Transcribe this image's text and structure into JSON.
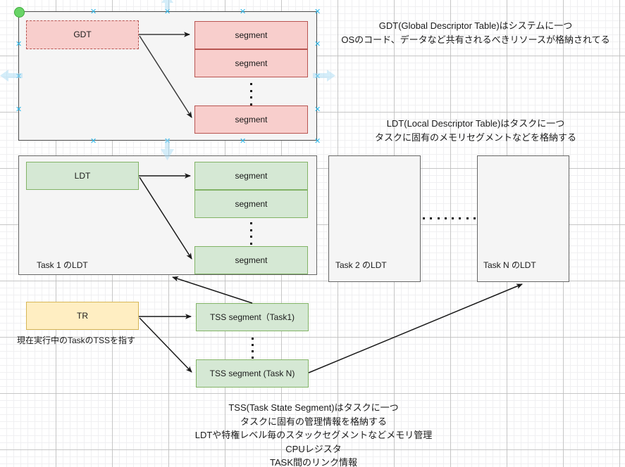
{
  "diagram": {
    "title": "x86 Descriptor Table / Task State Segment diagram",
    "colors": {
      "pink_fill": "#f8cecc",
      "pink_stroke": "#b85450",
      "green_fill": "#d5e8d4",
      "green_stroke": "#82b366",
      "yellow_fill": "#ffeec2",
      "yellow_stroke": "#d6b656",
      "container_fill": "#f5f5f5",
      "container_stroke": "#666666",
      "selection_handle": "#29b6e8",
      "selection_anchor": "#69d467",
      "grid_major": "#bebebe",
      "grid_minor": "#eeeef0"
    },
    "gdt_group": {
      "table_label": "GDT",
      "segments": [
        "segment",
        "segment",
        "segment"
      ]
    },
    "ldt_group": {
      "table_label": "LDT",
      "segments": [
        "segment",
        "segment",
        "segment"
      ],
      "container_label": "Task 1 のLDT",
      "task2_label": "Task 2 のLDT",
      "taskN_label": "Task N のLDT"
    },
    "tr_group": {
      "register_label": "TR",
      "register_note": "現在実行中のTaskのTSSを指す",
      "tss_first": "TSS segment（Task1)",
      "tss_last": "TSS segment (Task N)"
    },
    "annotations": {
      "gdt": [
        "GDT(Global Descriptor Table)はシステムに一つ",
        "OSのコード、データなど共有されるべきリソースが格納されてる"
      ],
      "ldt": [
        "LDT(Local Descriptor Table)はタスクに一つ",
        "タスクに固有のメモリセグメントなどを格納する"
      ],
      "tss": [
        "TSS(Task State Segment)はタスクに一つ",
        "タスクに固有の管理情報を格納する",
        "LDTや特権レベル毎のスタックセグメントなどメモリ管理",
        "CPUレジスタ",
        "TASK間のリンク情報"
      ]
    },
    "selection": {
      "handle_glyph": "✕"
    }
  }
}
